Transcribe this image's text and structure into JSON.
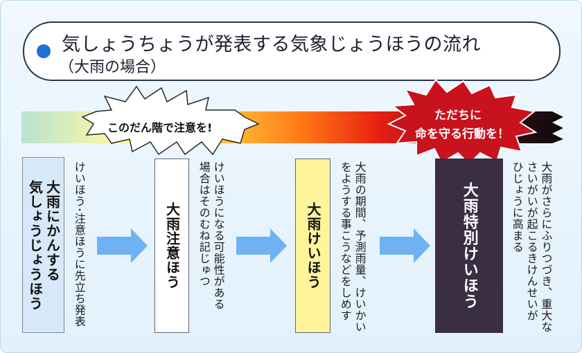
{
  "title": {
    "line1": "気しょうちょうが発表する気象じょうほうの流れ",
    "line2": "（大雨の場合）"
  },
  "band": {
    "caution_label": "このだん階で注意を!",
    "urgent_line1": "ただちに",
    "urgent_line2": "命を守る行動を！"
  },
  "stages": [
    {
      "label": "大雨にかんする\n気しょうじょうほう",
      "description": "けいほう･注意ほうに先立ち発表"
    },
    {
      "label": "大雨注意ほう",
      "description": "けいほうになる可能性がある\n場合はそのむね記じゅつ"
    },
    {
      "label": "大雨けいほう",
      "description": "大雨の期間、予測雨量、けいかい\nをようする事こうなどをしめす"
    },
    {
      "label": "大雨特別けいほう",
      "description": "大雨がさらにふりつづき、重大な\nさいがいが起こるきけんせいが\nひじょうに高まる"
    }
  ],
  "colors": {
    "title_dot": "#1f6fd6",
    "arrow": "#6fb2f3",
    "stage1_fill": "#d7e9f9",
    "stage2_fill": "#ffffff",
    "stage3_fill": "#fff49a",
    "stage4_fill": "#3a2e43",
    "urgent_burst": "#c8121d"
  },
  "icons": [
    "right-arrow-icon"
  ]
}
